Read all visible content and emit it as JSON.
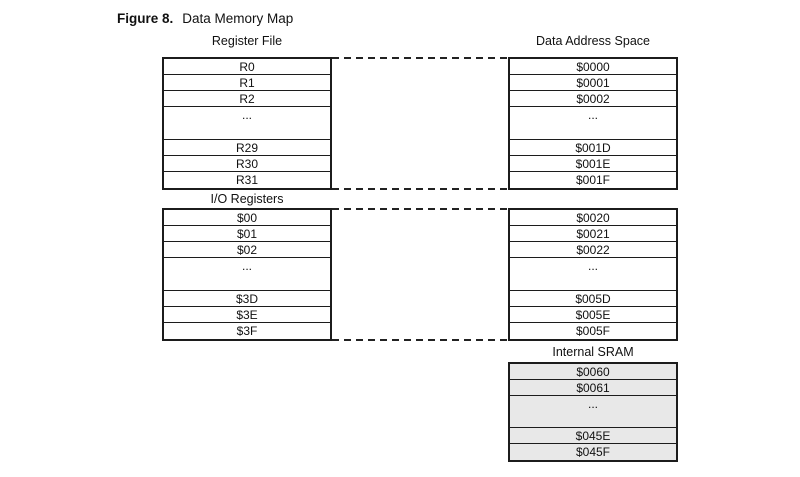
{
  "figure": {
    "label": "Figure 8.",
    "title": "Data Memory Map"
  },
  "register_file": {
    "header": "Register File",
    "rows": [
      "R0",
      "R1",
      "R2",
      "...",
      "R29",
      "R30",
      "R31"
    ]
  },
  "io_registers": {
    "header": "I/O Registers",
    "rows": [
      "$00",
      "$01",
      "$02",
      "...",
      "$3D",
      "$3E",
      "$3F"
    ]
  },
  "data_address_space": {
    "header": "Data Address Space",
    "register_block": [
      "$0000",
      "$0001",
      "$0002",
      "...",
      "$001D",
      "$001E",
      "$001F"
    ],
    "io_block": [
      "$0020",
      "$0021",
      "$0022",
      "...",
      "$005D",
      "$005E",
      "$005F"
    ]
  },
  "internal_sram": {
    "header": "Internal SRAM",
    "rows": [
      "$0060",
      "$0061",
      "...",
      "$045E",
      "$045F"
    ],
    "fill_color": "#e8e8e8"
  },
  "colors": {
    "line": "#1c1c1c",
    "background": "#ffffff",
    "sram_fill": "#e8e8e8"
  }
}
